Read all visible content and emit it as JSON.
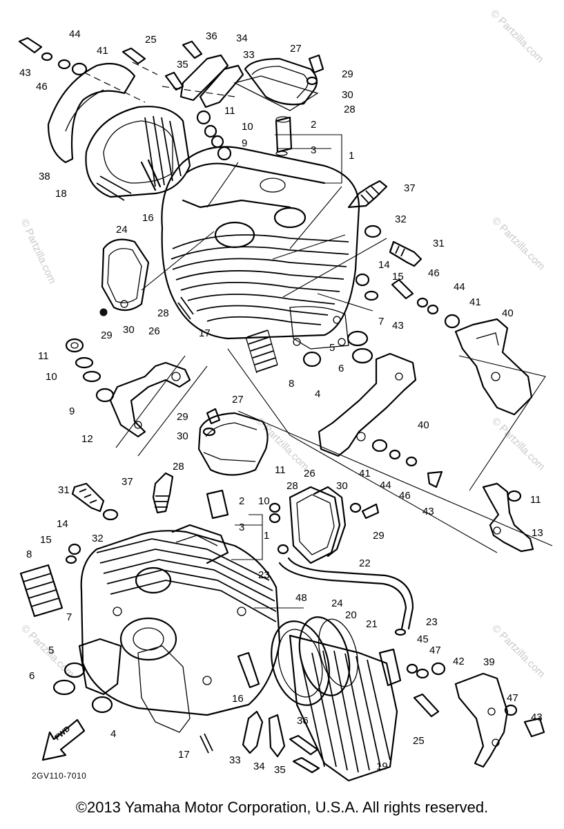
{
  "diagram": {
    "code": "2GV110-7010",
    "fwd_label": "FWD",
    "copyright": "©2013  Yamaha Motor Corporation, U.S.A. All rights reserved.",
    "watermark": "© Partzilla.com",
    "callouts": [
      "1",
      "2",
      "3",
      "4",
      "5",
      "6",
      "7",
      "8",
      "9",
      "10",
      "11",
      "12",
      "13",
      "14",
      "15",
      "16",
      "17",
      "18",
      "19",
      "20",
      "21",
      "22",
      "23",
      "24",
      "25",
      "26",
      "27",
      "28",
      "29",
      "30",
      "31",
      "32",
      "33",
      "34",
      "35",
      "36",
      "37",
      "38",
      "39",
      "40",
      "41",
      "42",
      "43",
      "44",
      "45",
      "46",
      "47",
      "48"
    ]
  }
}
